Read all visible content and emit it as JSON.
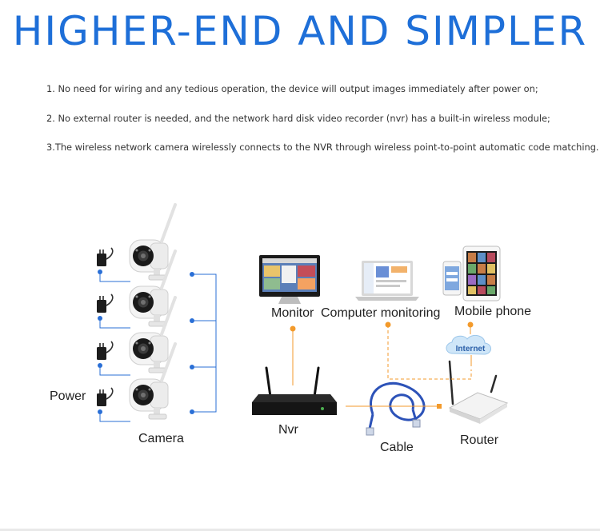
{
  "header": {
    "title": "HIGHER-END AND SIMPLER"
  },
  "notes": [
    "1. No need for wiring and any tedious operation, the device will output images immediately after power on;",
    "2. No external router is needed, and the network hard disk video recorder (nvr) has a built-in wireless module;",
    "3.The wireless network camera wirelessly connects to the NVR through wireless point-to-point automatic code matching."
  ],
  "diagram": {
    "labels": {
      "power": "Power",
      "camera": "Camera",
      "monitor": "Monitor",
      "computer": "Computer monitoring",
      "mobile": "Mobile phone",
      "internet": "Internet",
      "nvr": "Nvr",
      "cable": "Cable",
      "router": "Router"
    },
    "colors": {
      "accent": "#1e6fd8",
      "camera_link": "#2a6fd6",
      "network_link": "#f39a2b"
    },
    "icons": [
      "power-adapter-icon",
      "wifi-camera-icon",
      "monitor-icon",
      "laptop-icon",
      "mobile-phone-icon",
      "tablet-icon",
      "cloud-icon",
      "nvr-icon",
      "ethernet-cable-icon",
      "router-icon"
    ]
  }
}
